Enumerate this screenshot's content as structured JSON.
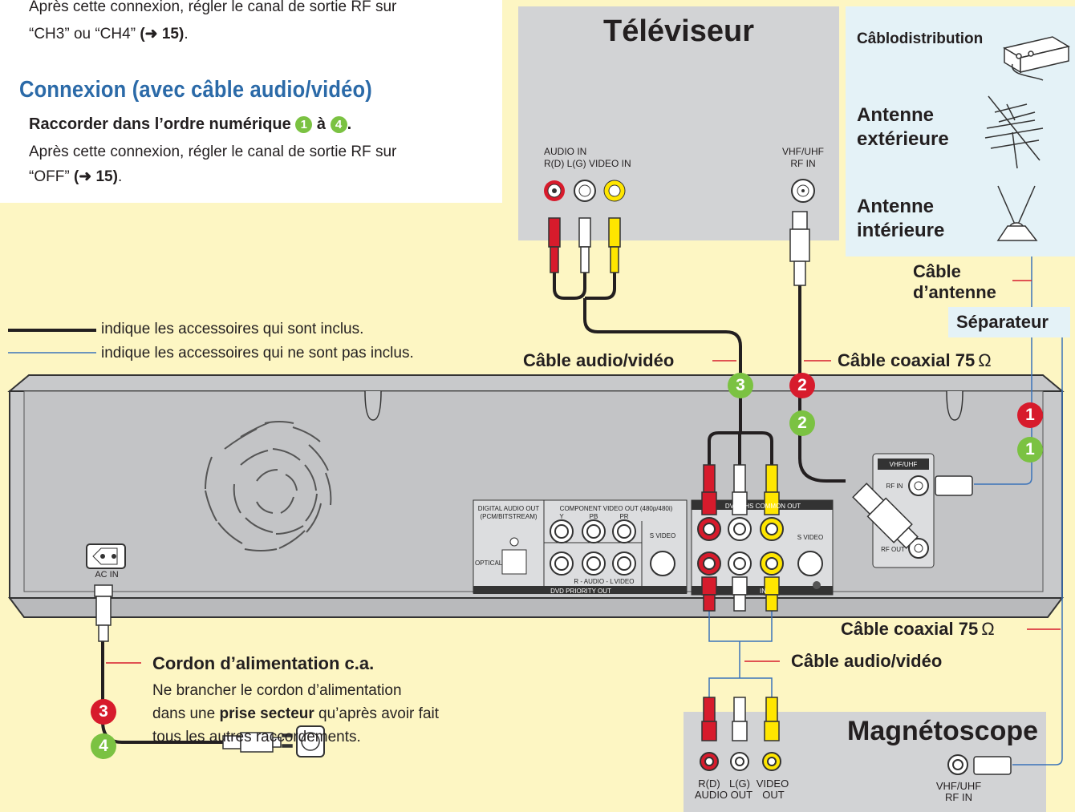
{
  "intro": {
    "line1": "Après cette connexion, régler le canal de sortie RF sur",
    "line2_prefix": "“CH3” ou “CH4” ",
    "line2_ref": "(➜ 15)",
    "line2_suffix": ".",
    "heading": "Connexion (avec câble audio/vidéo)",
    "subheading_prefix": "Raccorder dans l’ordre numérique ",
    "subheading_num1": "1",
    "subheading_mid": " à ",
    "subheading_num2": "4",
    "subheading_suffix": ".",
    "line3": "Après cette connexion, régler le canal de sortie RF sur",
    "line4_prefix": "“OFF” ",
    "line4_ref": "(➜ 15)",
    "line4_suffix": "."
  },
  "tv": {
    "title": "Téléviseur",
    "audio_in": "AUDIO IN",
    "audio_in_sub": "R(D)  L(G)  VIDEO IN",
    "rf_in": "VHF/UHF",
    "rf_in_sub": "RF IN"
  },
  "antenna": {
    "cable": "Câblodistribution",
    "outdoor_1": "Antenne",
    "outdoor_2": "extérieure",
    "indoor_1": "Antenne",
    "indoor_2": "intérieure",
    "antenna_cable_1": "Câble",
    "antenna_cable_2": "d’antenne",
    "splitter": "Séparateur"
  },
  "legend": {
    "included": "indique les accessoires qui sont inclus.",
    "not_included": "indique les accessoires qui ne sont pas inclus."
  },
  "cables": {
    "av_top": "Câble audio/vidéo",
    "coax_top": "Câble coaxial 75",
    "coax_bottom": "Câble coaxial 75",
    "ohm": "Ω",
    "av_bottom": "Câble audio/vidéo",
    "power_title": "Cordon d’alimentation c.a.",
    "power_1": "Ne brancher le cordon d’alimentation",
    "power_2_prefix": "dans une ",
    "power_2_bold": "prise secteur",
    "power_2_suffix": " qu’après avoir fait",
    "power_3": "tous les autres raccordements."
  },
  "steps": {
    "s1": "1",
    "s2": "2",
    "s3": "3",
    "s4": "4"
  },
  "unit": {
    "ac_in": "AC  IN",
    "digital_audio_out": "DIGITAL AUDIO OUT",
    "pcm": "(PCM/BITSTREAM)",
    "optical": "OPTICAL",
    "component": "COMPONENT VIDEO OUT (480p/480i)",
    "comp_y": "Y",
    "comp_pb": "PB",
    "comp_pr": "PR",
    "s_video": "S VIDEO",
    "r_audio_l": "R - AUDIO - L",
    "video": "VIDEO",
    "dvd_priority": "DVD PRIORITY OUT",
    "dvd_out": "DVD/VHS COMMON OUT",
    "s_video_2": "S VIDEO",
    "in": "IN",
    "vhf_uhf": "VHF/UHF",
    "rf_in": "RF IN",
    "rf_out": "RF OUT"
  },
  "vcr": {
    "title": "Magnétoscope",
    "rd": "R(D)",
    "lg": "L(G)",
    "video": "VIDEO",
    "audio_out": "AUDIO OUT",
    "out": "OUT",
    "rf": "VHF/UHF",
    "rf_in": "RF IN"
  },
  "colors": {
    "background": "#fdf6c3",
    "tv_box": "#d2d3d5",
    "antenna_box": "#e4f2f7",
    "heading": "#2b6aa8",
    "step_green": "#7bc242",
    "step_red": "#d71b2c",
    "cable_included": "#231f20",
    "cable_not_included": "#3b73b9"
  }
}
